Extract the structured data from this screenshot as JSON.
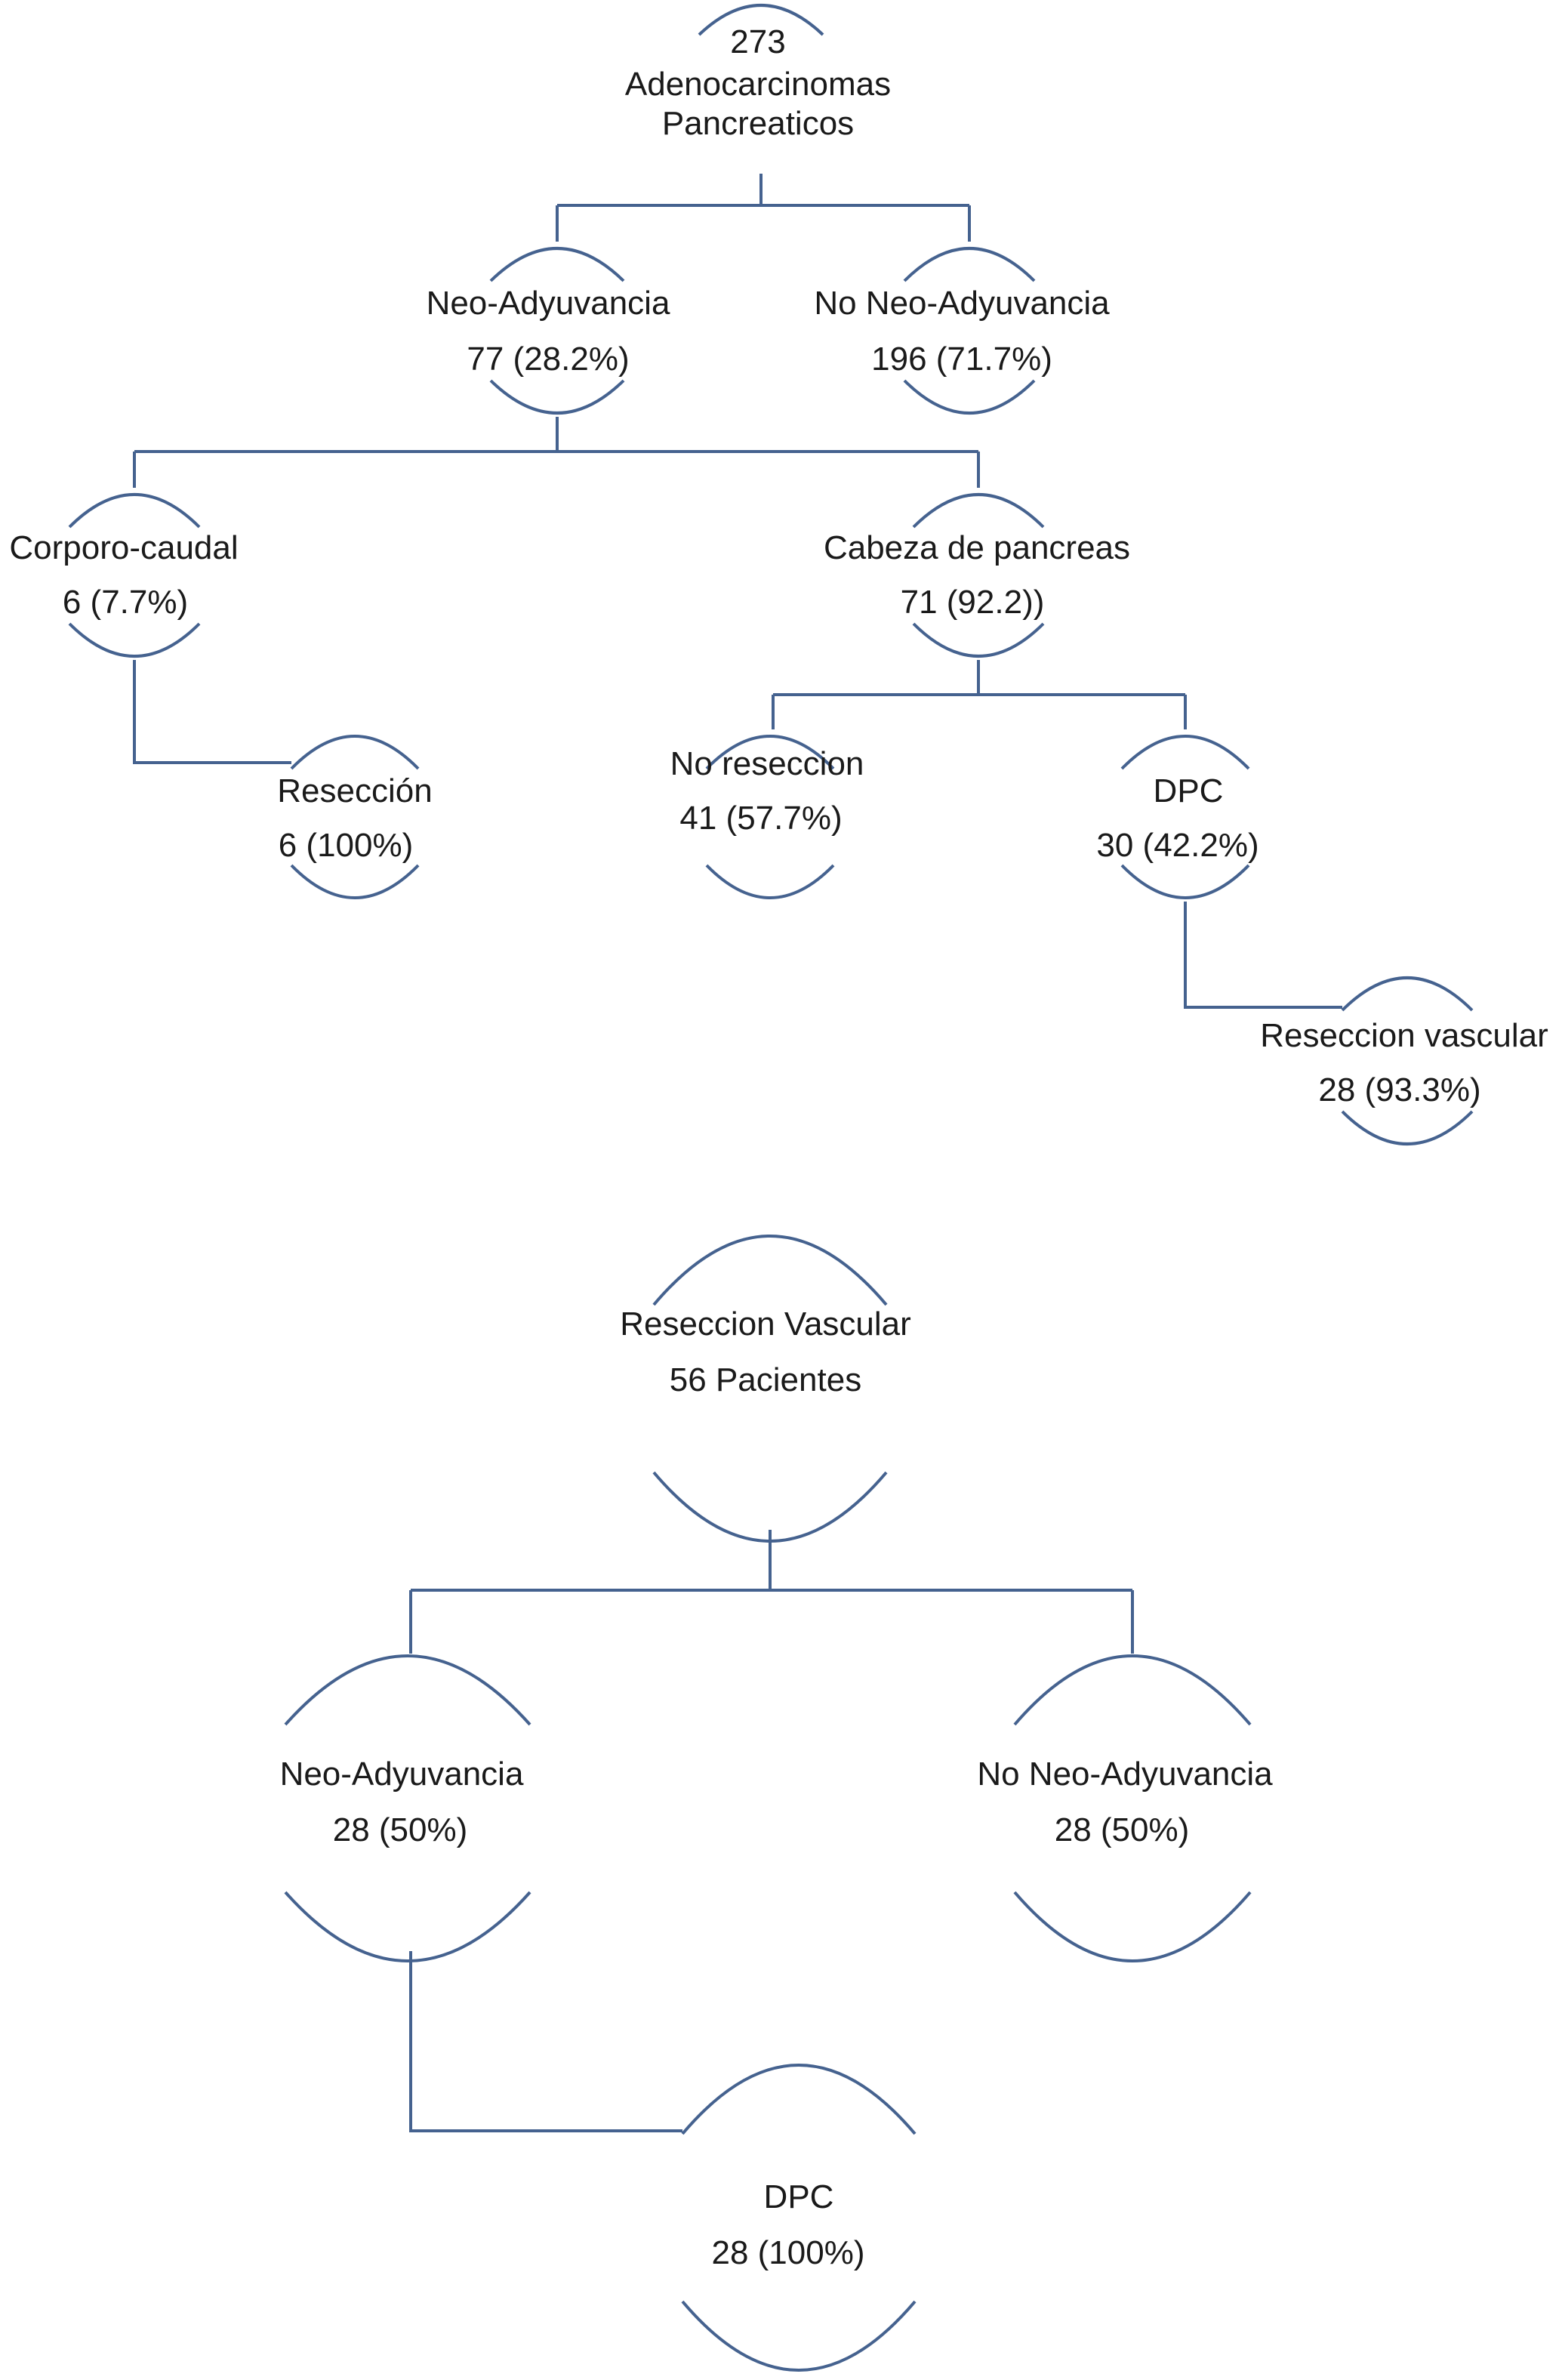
{
  "colors": {
    "line": "#45628f",
    "text": "#1a1a1a",
    "background": "#ffffff"
  },
  "tree1": {
    "root": {
      "lines": [
        "273",
        "Adenocarcinomas",
        "Pancreaticos"
      ]
    },
    "neo": {
      "lines": [
        "Neo-Adyuvancia",
        "77 (28.2%)"
      ]
    },
    "no_neo": {
      "lines": [
        "No Neo-Adyuvancia",
        "196 (71.7%)"
      ]
    },
    "corporo": {
      "lines": [
        "Corporo-caudal",
        "6 (7.7%)"
      ]
    },
    "cabeza": {
      "lines": [
        "Cabeza de pancreas",
        "71 (92.2))"
      ]
    },
    "reseccion": {
      "lines": [
        "Resección",
        "6 (100%)"
      ]
    },
    "no_reseccion": {
      "lines": [
        "No reseccion",
        "41 (57.7%)"
      ]
    },
    "dpc": {
      "lines": [
        "DPC",
        "30 (42.2%)"
      ]
    },
    "res_vascular": {
      "lines": [
        "Reseccion vascular",
        "28 (93.3%)"
      ]
    }
  },
  "tree2": {
    "root": {
      "lines": [
        "Reseccion Vascular",
        "56 Pacientes"
      ]
    },
    "neo": {
      "lines": [
        "Neo-Adyuvancia",
        "28 (50%)"
      ]
    },
    "no_neo": {
      "lines": [
        "No Neo-Adyuvancia",
        "28 (50%)"
      ]
    },
    "dpc": {
      "lines": [
        "DPC",
        "28 (100%)"
      ]
    }
  }
}
